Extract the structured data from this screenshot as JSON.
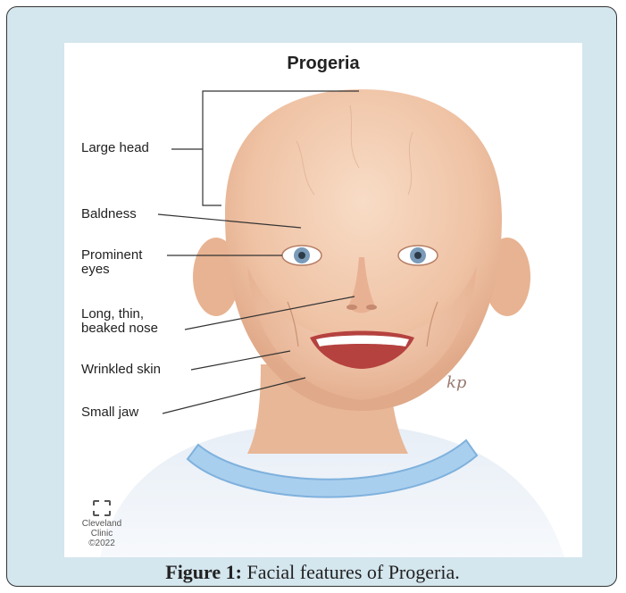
{
  "illustration": {
    "title": "Progeria",
    "labels": [
      {
        "id": "large-head",
        "text": "Large head"
      },
      {
        "id": "baldness",
        "text": "Baldness"
      },
      {
        "id": "prominent-eyes",
        "text": "Prominent\neyes"
      },
      {
        "id": "beaked-nose",
        "text": "Long, thin,\nbeaked nose"
      },
      {
        "id": "wrinkled-skin",
        "text": "Wrinkled skin"
      },
      {
        "id": "small-jaw",
        "text": "Small jaw"
      }
    ],
    "logo": {
      "line1": "Cleveland",
      "line2": "Clinic",
      "line3": "©2022"
    },
    "artist_initials": "kp"
  },
  "caption": {
    "prefix": "Figure 1:",
    "text": " Facial features of Progeria."
  },
  "colors": {
    "frame_bg": "#d4e6ee",
    "skin": "#f1c6a8",
    "collar": "#a9cfee"
  }
}
